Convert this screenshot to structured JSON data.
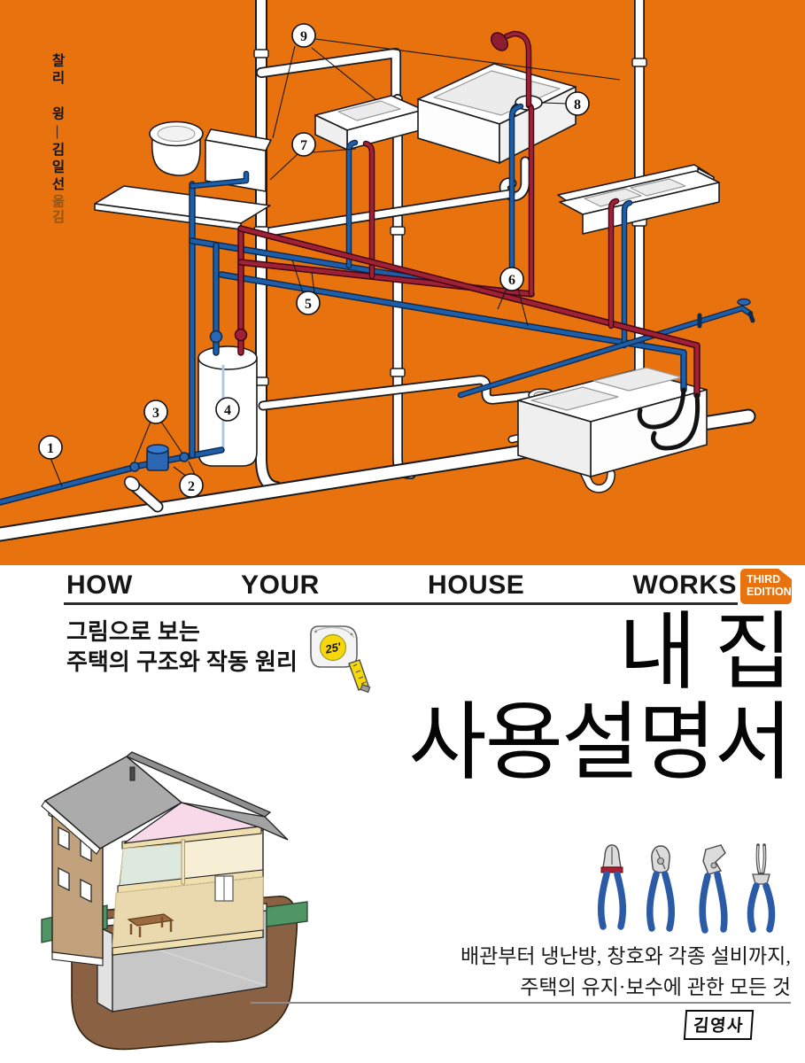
{
  "cover": {
    "author_block": {
      "author": "찰리 윙",
      "divider": "|",
      "translator": "김일선",
      "role": "옮김"
    },
    "series_title": {
      "words": [
        "HOW",
        "YOUR",
        "HOUSE",
        "WORKS"
      ]
    },
    "edition_badge": {
      "line1": "THIRD",
      "line2": "EDITION"
    },
    "subtitle": {
      "line1": "그림으로 보는",
      "line2": "주택의 구조와 작동 원리"
    },
    "tape_measure_label": "25'",
    "main_title": {
      "line1": "내 집",
      "line2": "사용설명서"
    },
    "tagline": {
      "line1": "배관부터 냉난방, 창호와 각종 설비까지,",
      "line2": "주택의 유지·보수에 관한 모든 것"
    },
    "publisher": "김영사"
  },
  "diagram": {
    "markers": [
      {
        "label": "1"
      },
      {
        "label": "2"
      },
      {
        "label": "3"
      },
      {
        "label": "4"
      },
      {
        "label": "5"
      },
      {
        "label": "6"
      },
      {
        "label": "7"
      },
      {
        "label": "8"
      },
      {
        "label": "9"
      }
    ]
  },
  "colors": {
    "cover_orange": "#E8720E",
    "cold_water_blue": "#1E5EA9",
    "hot_water_red": "#9E2136",
    "pipe_white": "#FFFFFF",
    "outline_black": "#1A1A1A",
    "tape_yellow": "#F6D70C",
    "plier_blue": "#2B5AA6",
    "grass_green": "#4F9565",
    "earth_brown": "#8A6142",
    "attic_pink": "#F7D9E9"
  }
}
